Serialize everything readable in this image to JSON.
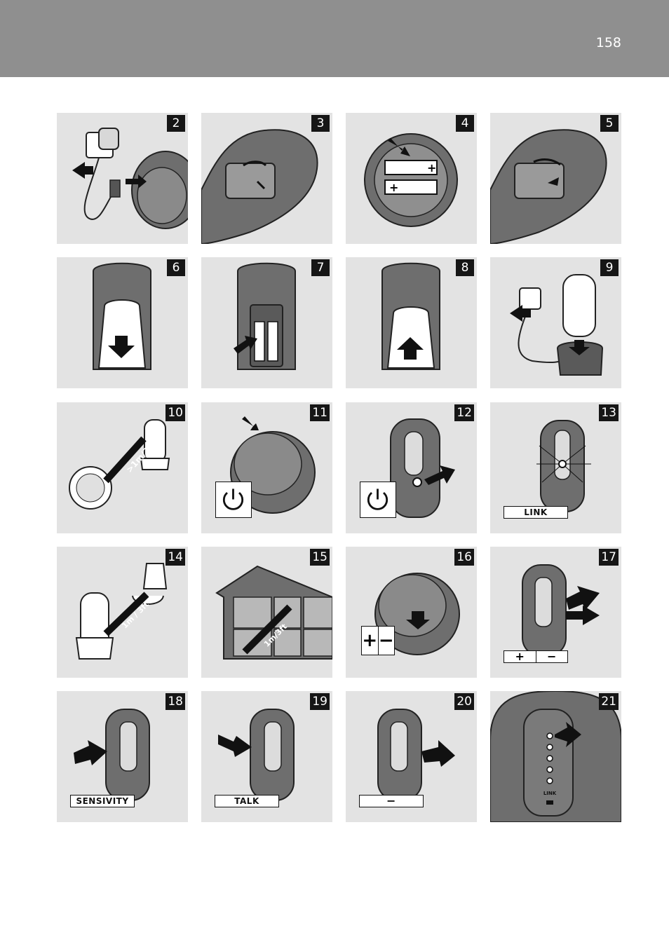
{
  "page": {
    "number": "158"
  },
  "steps": [
    {
      "n": "2"
    },
    {
      "n": "3"
    },
    {
      "n": "4"
    },
    {
      "n": "5"
    },
    {
      "n": "6"
    },
    {
      "n": "7"
    },
    {
      "n": "8"
    },
    {
      "n": "9"
    },
    {
      "n": "10"
    },
    {
      "n": "11"
    },
    {
      "n": "12"
    },
    {
      "n": "13"
    },
    {
      "n": "14"
    },
    {
      "n": "15"
    },
    {
      "n": "16"
    },
    {
      "n": "17"
    },
    {
      "n": "18"
    },
    {
      "n": "19"
    },
    {
      "n": "20"
    },
    {
      "n": "21"
    }
  ],
  "labels": {
    "link": "LINK",
    "sensitivity": "SENSIVITY",
    "talk": "TALK",
    "plus": "+",
    "minus": "−",
    "distance_10": ">1m/3ft",
    "distance_14": "1m / 3ft",
    "distance_15": "1m/3ft"
  },
  "colors": {
    "header": "#8f8f8f",
    "panel": "#e3e3e3",
    "device": "#6e6e6e",
    "device_dark": "#4d4d4d",
    "accent": "#161616"
  }
}
